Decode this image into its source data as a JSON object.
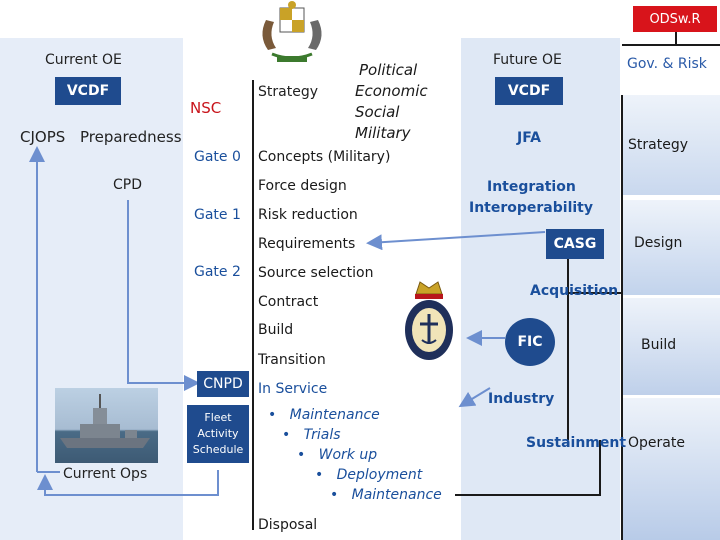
{
  "badge": "ODSw.R",
  "left": {
    "current_oe": "Current OE",
    "vcdf": "VCDF",
    "cjops": "CJOPS",
    "preparedness": "Preparedness",
    "cpd": "CPD",
    "current_ops": "Current Ops"
  },
  "center": {
    "nsc": "NSC",
    "strategy": "Strategy",
    "pesm": [
      "Political",
      "Economic",
      "Social",
      "Military"
    ],
    "gate0": "Gate 0",
    "concepts": "Concepts (Military)",
    "force_design": "Force design",
    "gate1": "Gate 1",
    "risk_reduction": "Risk reduction",
    "requirements": "Requirements",
    "gate2": "Gate 2",
    "source_selection": "Source selection",
    "contract": "Contract",
    "build": "Build",
    "transition": "Transition",
    "cnpd": "CNPD",
    "in_service": "In Service",
    "fleet_schedule": [
      "Fleet",
      "Activity",
      "Schedule"
    ],
    "service_items": [
      "Maintenance",
      "Trials",
      "Work up",
      "Deployment",
      "Maintenance"
    ],
    "bullet": "•",
    "disposal": "Disposal"
  },
  "right": {
    "future_oe": "Future OE",
    "gov_risk": "Gov. & Risk",
    "vcdf": "VCDF",
    "jfa": "JFA",
    "strategy": "Strategy",
    "integration": "Integration",
    "interoperability": "Interoperability",
    "casg": "CASG",
    "design": "Design",
    "acquisition": "Acquisition",
    "fic": "FIC",
    "build": "Build",
    "industry": "Industry",
    "sustainment": "Sustainment",
    "operate": "Operate"
  },
  "colors": {
    "panel_light": "#e4ecf7",
    "panel_mid": "#b9cde8",
    "box_blue": "#1f4b8e",
    "box_red": "#d8141b",
    "text_blue": "#1a4f9c",
    "arrow": "#6d8fcf"
  }
}
